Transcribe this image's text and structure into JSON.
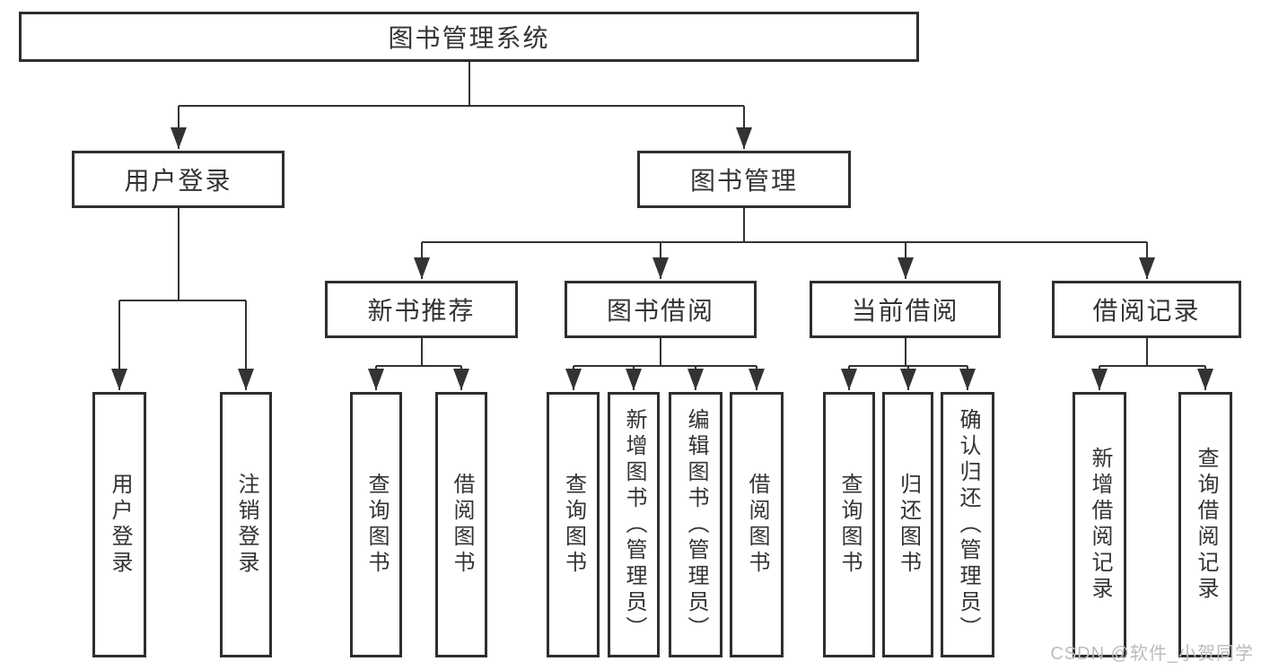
{
  "diagram": {
    "root": {
      "label": "图书管理系统"
    },
    "branches": [
      {
        "label": "用户登录",
        "children": [
          {
            "label": "用户登录"
          },
          {
            "label": "注销登录"
          }
        ]
      },
      {
        "label": "图书管理",
        "children": [
          {
            "label": "新书推荐",
            "children": [
              {
                "label": "查询图书"
              },
              {
                "label": "借阅图书"
              }
            ]
          },
          {
            "label": "图书借阅",
            "children": [
              {
                "label": "查询图书"
              },
              {
                "label": "新增图书（管理员）"
              },
              {
                "label": "编辑图书（管理员）"
              },
              {
                "label": "借阅图书"
              }
            ]
          },
          {
            "label": "当前借阅",
            "children": [
              {
                "label": "查询图书"
              },
              {
                "label": "归还图书"
              },
              {
                "label": "确认归还（管理员）"
              }
            ]
          },
          {
            "label": "借阅记录",
            "children": [
              {
                "label": "新增借阅记录"
              },
              {
                "label": "查询借阅记录"
              }
            ]
          }
        ]
      }
    ]
  },
  "watermark": {
    "text": "CSDN @软件_小贺同学"
  },
  "colors": {
    "line": "#333333",
    "box_border": "#2e2e2e",
    "text": "#333333",
    "watermark": "#bcbcbc",
    "background": "#ffffff"
  }
}
